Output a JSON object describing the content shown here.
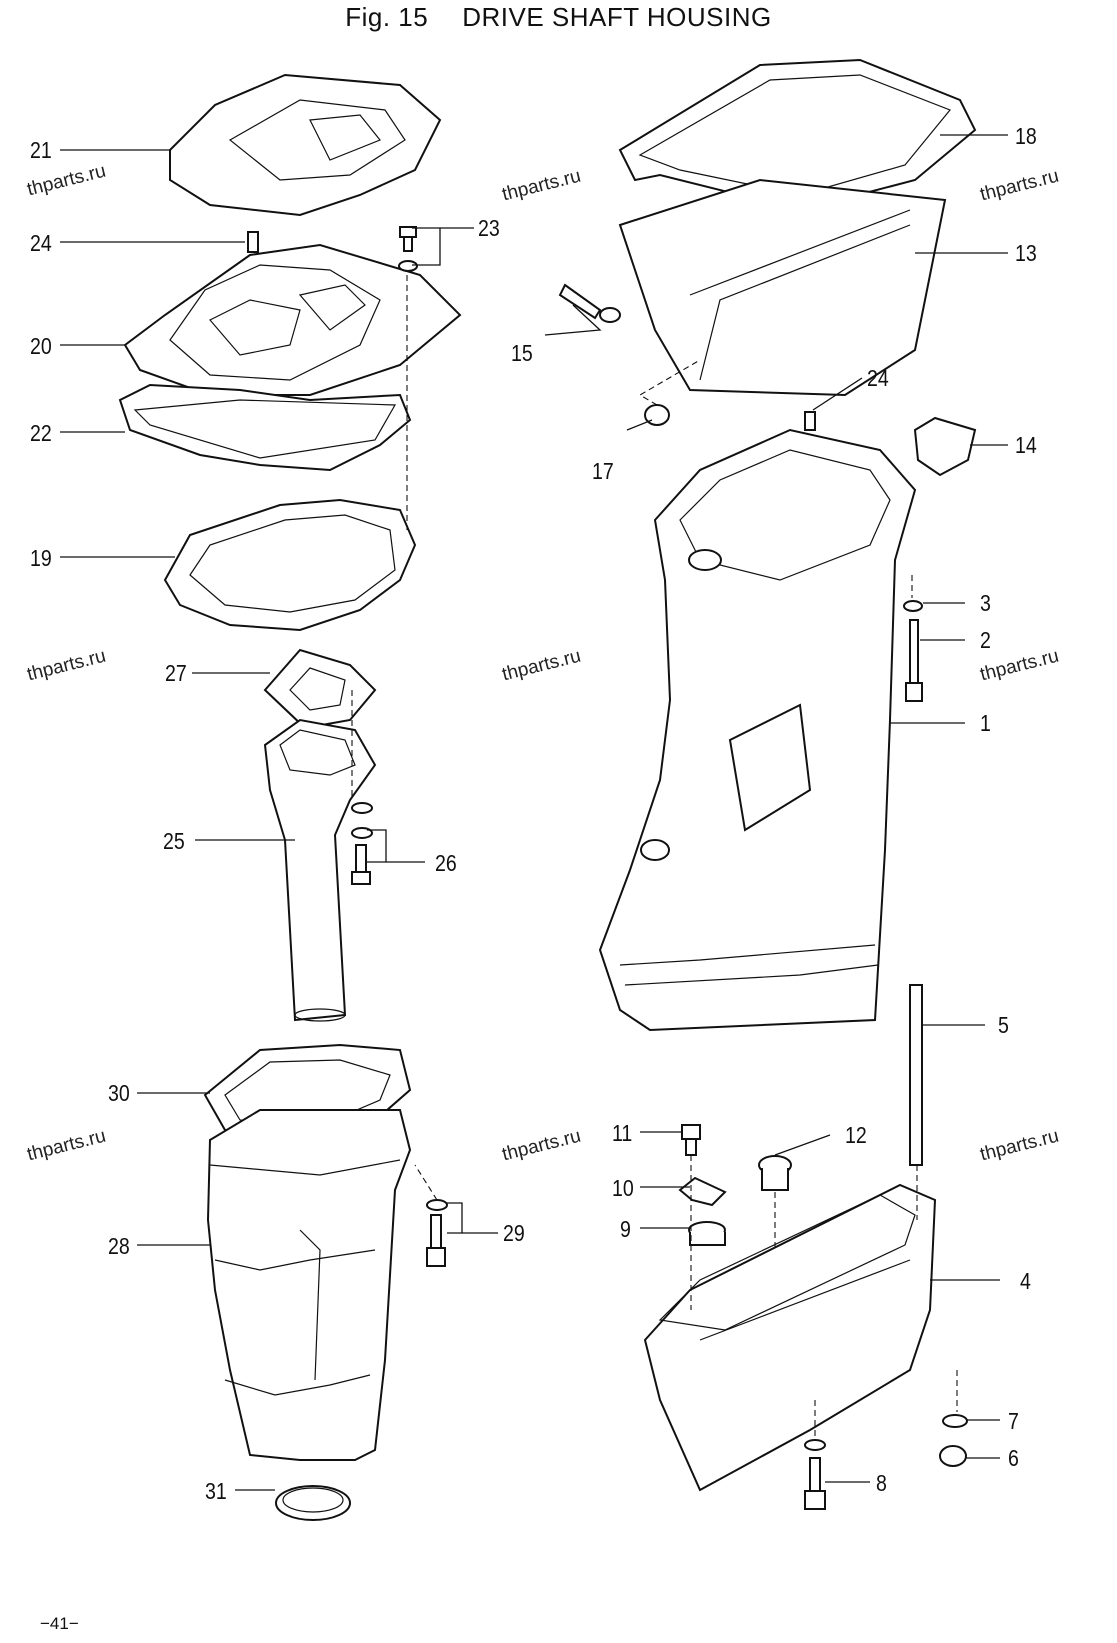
{
  "header": {
    "fig": "Fig. 15",
    "title": "DRIVE SHAFT HOUSING"
  },
  "watermark": "thparts.ru",
  "page_number": "−41−",
  "labels": {
    "p1": "1",
    "p2": "2",
    "p3": "3",
    "p4": "4",
    "p5": "5",
    "p6": "6",
    "p7": "7",
    "p8": "8",
    "p9": "9",
    "p10": "10",
    "p11": "11",
    "p12": "12",
    "p13": "13",
    "p14": "14",
    "p15": "15",
    "p17": "17",
    "p18": "18",
    "p19": "19",
    "p20": "20",
    "p21": "21",
    "p22": "22",
    "p23": "23",
    "p24a": "24",
    "p24b": "24",
    "p25": "25",
    "p26": "26",
    "p27": "27",
    "p28": "28",
    "p29": "29",
    "p30": "30",
    "p31": "31"
  }
}
